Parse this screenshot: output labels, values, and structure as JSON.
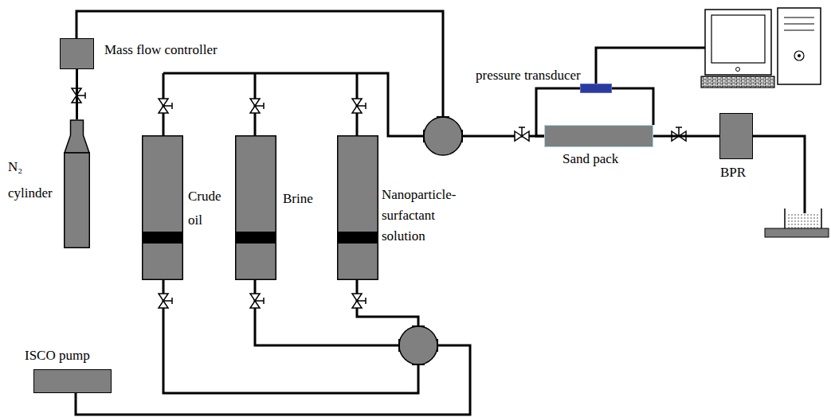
{
  "diagram": {
    "nodes": [
      {
        "text": [
          "Mass flow controller"
        ]
      },
      {
        "text": [
          "N₂ cylinder"
        ]
      },
      {
        "text": [
          "Crude oil"
        ]
      },
      {
        "text": [
          "Brine"
        ]
      },
      {
        "text": [
          "Nanoparticle-surfactant solution"
        ]
      },
      {
        "text": [
          "ISCO pump"
        ]
      },
      {
        "text": [
          "pressure transducer"
        ]
      },
      {
        "text": [
          "Sand pack"
        ]
      },
      {
        "text": [
          "BPR"
        ]
      }
    ],
    "edges": [
      {
        "from": 1,
        "to": 0,
        "arrow": "none"
      },
      {
        "from": 7,
        "to": 8,
        "arrow": "none"
      },
      {
        "from": 6,
        "to": 7,
        "arrow": "none"
      },
      {
        "from": 6,
        "to": 7,
        "arrow": "none"
      }
    ]
  }
}
